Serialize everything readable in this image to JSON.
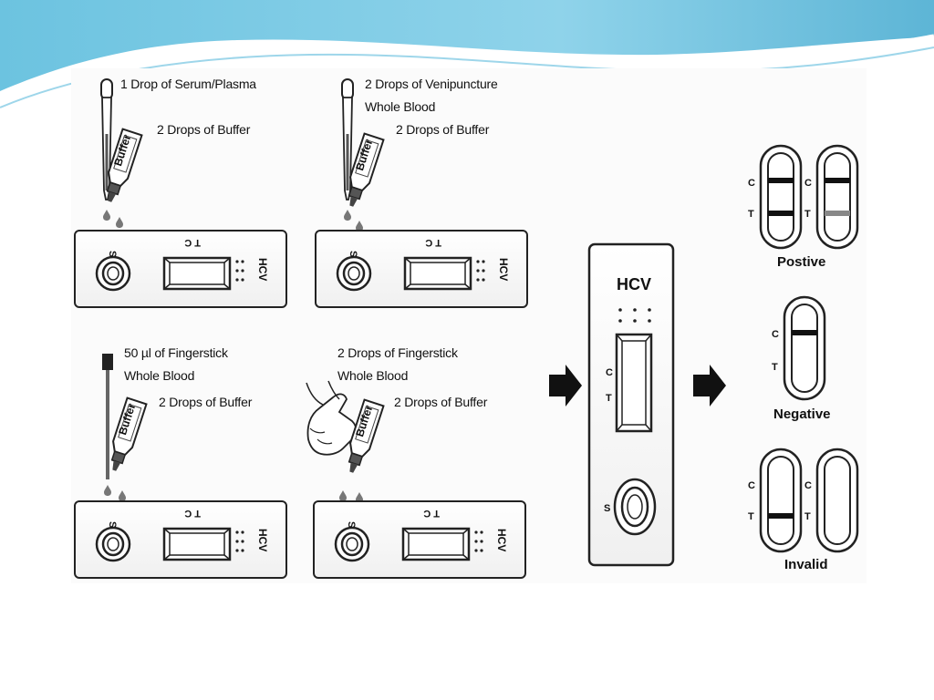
{
  "procedures": [
    {
      "sample_label_line1": "1 Drop of Serum/Plasma",
      "sample_label_line2": "",
      "buffer_label": "2 Drops of Buffer",
      "bottle_text": "Buffer",
      "cassette_letters": "T  C",
      "cassette_text": "HCV"
    },
    {
      "sample_label_line1": "2 Drops of Venipuncture",
      "sample_label_line2": "Whole Blood",
      "buffer_label": "2 Drops of Buffer",
      "bottle_text": "Buffer",
      "cassette_letters": "T  C",
      "cassette_text": "HCV"
    },
    {
      "sample_label_line1": "50 µl of Fingerstick",
      "sample_label_line2": "Whole Blood",
      "buffer_label": "2 Drops of Buffer",
      "bottle_text": "Buffer",
      "cassette_letters": "T  C",
      "cassette_text": "HCV"
    },
    {
      "sample_label_line1": "2 Drops of Fingerstick",
      "sample_label_line2": "Whole Blood",
      "buffer_label": "2 Drops of Buffer",
      "bottle_text": "Buffer",
      "cassette_letters": "T  C",
      "cassette_text": "HCV"
    }
  ],
  "big_cassette": {
    "title": "HCV",
    "c_letter": "C",
    "t_letter": "T",
    "s_letter": "S"
  },
  "results": {
    "letter_c": "C",
    "letter_t": "T",
    "positive_label": "Postive",
    "negative_label": "Negative",
    "invalid_label": "Invalid"
  },
  "colors": {
    "header_blue": "#5fb8d8",
    "line": "#222222",
    "panel_bg": "#f7f7f7"
  }
}
